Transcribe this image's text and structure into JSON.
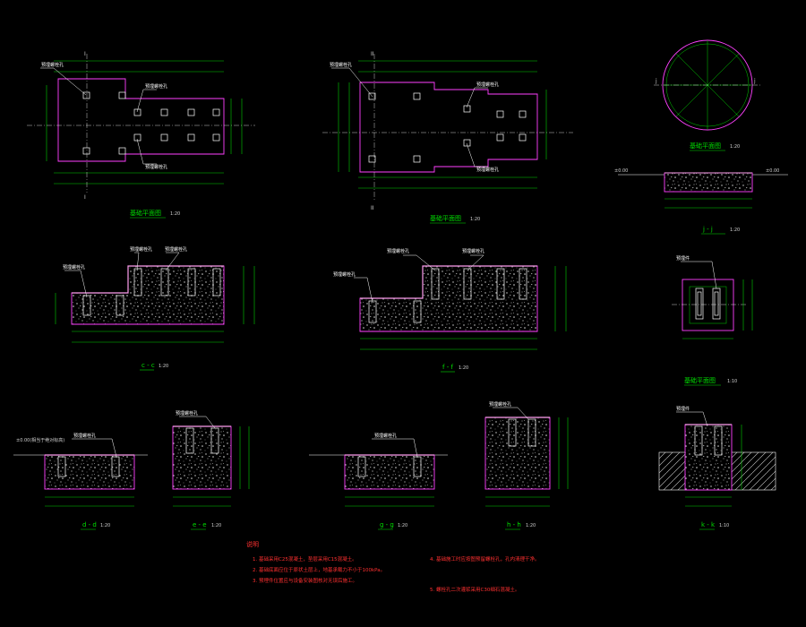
{
  "colors": {
    "background": "#000000",
    "outline": "#ff40ff",
    "dimension": "#00d000",
    "leader": "#ffffff",
    "title": "#00e000",
    "notes": "#ff3030"
  },
  "views": {
    "plan1": {
      "title": "基础平面图",
      "scale": "1:20",
      "mark_top": "I",
      "mark_bottom": "I"
    },
    "plan2": {
      "title": "基础平面图",
      "scale": "1:20",
      "mark_top": "II",
      "mark_bottom": "II"
    },
    "round_plan": {
      "title": "基础平面图",
      "scale": "1:20"
    },
    "sec_jj": {
      "title": "j - j",
      "scale": "1:20"
    },
    "sec_cc": {
      "title": "c - c",
      "scale": "1:20"
    },
    "sec_ff": {
      "title": "f - f",
      "scale": "1:20"
    },
    "plan3": {
      "title": "基础平面图",
      "scale": "1:10"
    },
    "sec_dd": {
      "title": "d - d",
      "scale": "1:20"
    },
    "sec_ee": {
      "title": "e - e",
      "scale": "1:20"
    },
    "sec_gg": {
      "title": "g - g",
      "scale": "1:20"
    },
    "sec_hh": {
      "title": "h - h",
      "scale": "1:20"
    },
    "sec_kk": {
      "title": "k - k",
      "scale": "1:10"
    }
  },
  "notes": {
    "heading": "说明",
    "items": [
      "1. 基础采用C25混凝土，垫层采用C15混凝土。",
      "2. 基础底面应位于原状土层上，地基承载力不小于100kPa。",
      "3. 预埋件位置应与设备安装图核对无误后施工。",
      "4. 基础施工时应按图预留螺栓孔，孔内清理干净。",
      "5. 螺栓孔二次灌浆采用C30细石混凝土。"
    ]
  }
}
